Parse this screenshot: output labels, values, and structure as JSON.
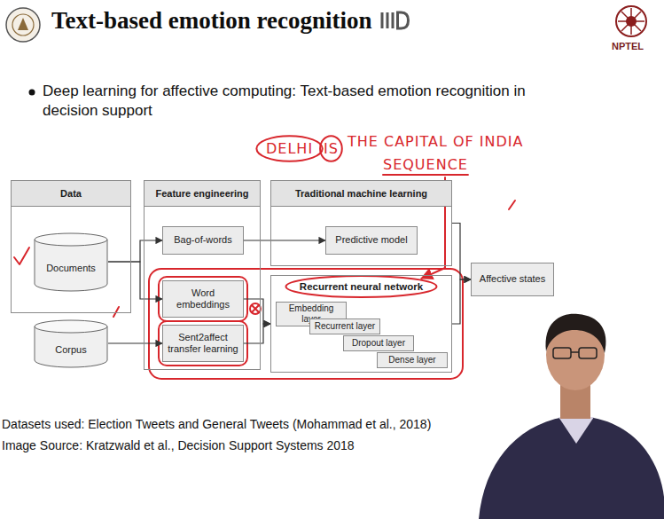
{
  "diagram": {
    "title": "Text-based emotion recognition",
    "nodes": [
      {
        "text": [
          "Data"
        ]
      },
      {
        "text": [
          "Documents"
        ],
        "in": 0
      },
      {
        "text": [
          "Corpus"
        ]
      },
      {
        "text": [
          "Feature engineering"
        ]
      },
      {
        "text": [
          "Bag-of-words"
        ],
        "in": 3
      },
      {
        "text": [
          "Word embeddings"
        ],
        "in": 3
      },
      {
        "text": [
          "Sent2affect transfer learning"
        ],
        "in": 3
      },
      {
        "text": [
          "Traditional machine learning"
        ]
      },
      {
        "text": [
          "Predictive model"
        ],
        "in": 7
      },
      {
        "text": [
          "Recurrent neural network"
        ]
      },
      {
        "text": [
          "Embedding layer"
        ],
        "in": 9
      },
      {
        "text": [
          "Recurrent layer"
        ],
        "in": 9
      },
      {
        "text": [
          "Dropout layer"
        ],
        "in": 9
      },
      {
        "text": [
          "Dense layer"
        ],
        "in": 9
      },
      {
        "text": [
          "Affective states"
        ]
      }
    ],
    "edges": [
      {
        "from": 1,
        "to": 4,
        "arrow": "to"
      },
      {
        "from": 1,
        "to": 5,
        "arrow": "to"
      },
      {
        "from": 2,
        "to": 6,
        "arrow": "to"
      },
      {
        "from": 4,
        "to": 8,
        "arrow": "to"
      },
      {
        "from": 5,
        "to": 9,
        "arrow": "to"
      },
      {
        "from": 6,
        "to": 9,
        "arrow": "to"
      },
      {
        "from": 7,
        "to": 14,
        "arrow": "to"
      },
      {
        "from": 9,
        "to": 14,
        "arrow": "to"
      }
    ],
    "labels": [
      "NPTEL",
      "Deep learning for affective computing: Text-based emotion recognition in decision support",
      "DELHI",
      "IS",
      "THE CAPITAL OF INDIA",
      "SEQUENCE",
      "Datasets used: Election Tweets and General Tweets (Mohammad et al., 2018)",
      "Image Source: Kratzwald et al., Decision Support Systems 2018"
    ]
  }
}
